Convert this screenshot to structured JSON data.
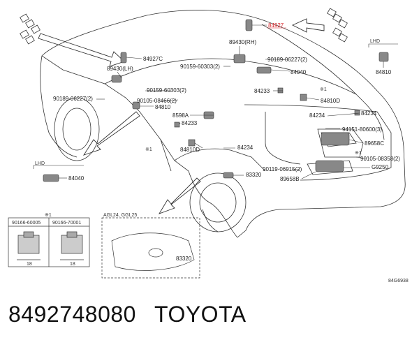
{
  "highlight_part": "84927",
  "labels": {
    "p84927c": "84927C",
    "p89430rh": "89430(RH)",
    "p89430lh": "89430(LH)",
    "p90189_06227_top": "90189-06227(2)",
    "p90189_06227_left": "90189-06227(2)",
    "p90159_60303_top": "90159-60303(2)",
    "p90159_60303_left": "90159-60303(2)",
    "p84040_top": "84040",
    "p84040_lhd": "84040",
    "p84810_lhd": "84810",
    "p84810_mid": "84810",
    "p90105_08466": "90105-08466(2)",
    "p8598a": "8598A",
    "p84233_left": "84233",
    "p84233_right": "84233",
    "p84810d_left": "84810D",
    "p84810d_right": "84810D",
    "p84234_left": "84234",
    "p84234_right": "84234",
    "p94151_80600": "94151-80600(3)",
    "p89658c": "89658C",
    "p90105_08358": "90105-08358(2)",
    "p90119_06915": "90119-06915(2)",
    "pg9250": "G9250",
    "p83320_mid": "83320",
    "p83320_box": "83320",
    "p89658b": "89658B",
    "lhd_top": "LHD",
    "lhd_left": "LHD",
    "note_mark": "※1",
    "fastener_a": "90166-60005",
    "fastener_b": "90166-70001",
    "fastener_dim_a": "18",
    "fastener_dim_b": "18",
    "box_title": "AGL24, GGL25",
    "ref_code": "84G6938"
  },
  "caption": {
    "part_number": "8492748080",
    "brand": "TOYOTA"
  }
}
